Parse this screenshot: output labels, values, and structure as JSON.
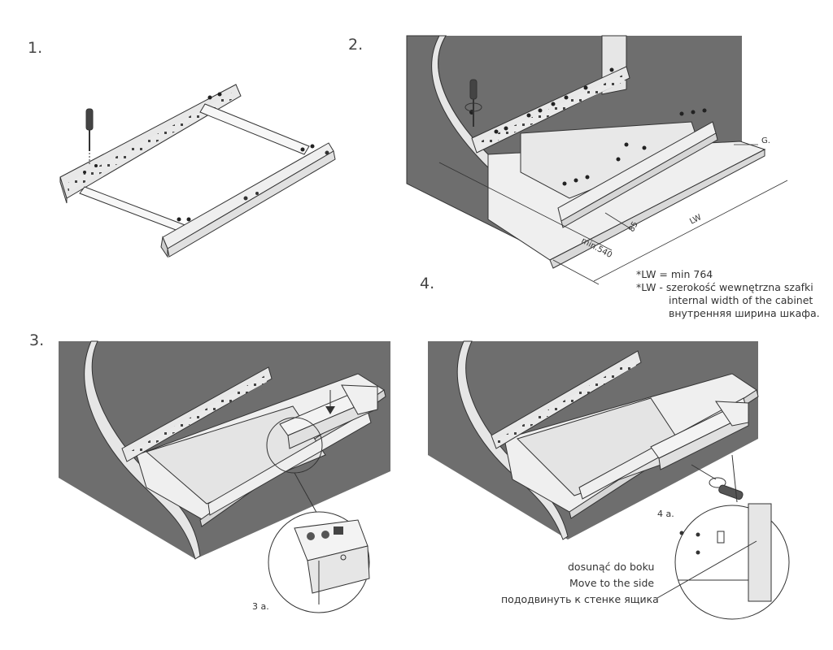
{
  "steps": {
    "s1": "1.",
    "s2": "2.",
    "s3": "3.",
    "s4": "4."
  },
  "dimensions": {
    "g_label": "G.",
    "lw_label": "LW",
    "min540": "min.540",
    "d85": "85"
  },
  "notes": {
    "lw_min": "*LW = min 764",
    "lw_pl": "*LW - szerokość wewnętrzna szafki",
    "lw_en": "internal width of the cabinet",
    "lw_ru": "внутренняя ширина шкафа."
  },
  "details": {
    "d3a": "3 a.",
    "d4a": "4 a."
  },
  "side_note": {
    "pl": "dosunąć do boku",
    "en": "Move to the side",
    "ru": "пододвинуть к стенке ящика"
  },
  "colors": {
    "cabinet_dark": "#6e6e6e",
    "panel_light": "#f2f2f2",
    "line": "#333333"
  }
}
